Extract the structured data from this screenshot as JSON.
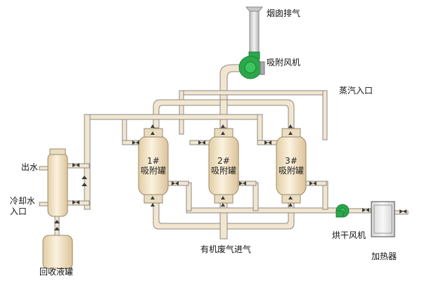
{
  "labels": {
    "exhaust": "烟囱排气",
    "fan_adsorb": "吸附风机",
    "steam_inlet": "蒸汽入口",
    "water_out": "出水",
    "cooling_in_line1": "冷却水",
    "cooling_in_line2": "入口",
    "recovery_tank": "回收液罐",
    "organic_gas_in": "有机废气进气",
    "fan_dry": "烘干风机",
    "heater": "加热器"
  },
  "tanks": [
    {
      "num": "1#",
      "name": "吸附罐"
    },
    {
      "num": "2#",
      "name": "吸附罐"
    },
    {
      "num": "3#",
      "name": "吸附罐"
    }
  ],
  "colors": {
    "pipe_fill": "#f2e6cf",
    "pipe_stroke": "#8a8a8a",
    "tank_fill": "#f3e3c4",
    "fan_green": "#2aa84a",
    "chimney": "#d9d9d9",
    "valve": "#3a3a3a",
    "heater_fill": "#ececec"
  }
}
